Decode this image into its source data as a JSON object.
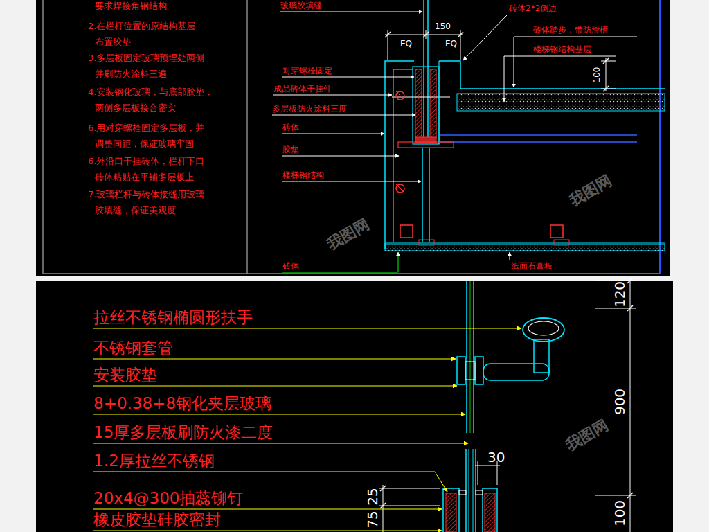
{
  "diagram": {
    "labels": [
      "要求焊接角钢结构",
      "2.在栏杆位置的原结构基层 布置胶垫",
      "3.多层板固定玻璃预埋处两侧 并刷防火涂料三遍",
      "4.安装钢化玻璃，与底部胶垫， 两侧多层板接合密实",
      "6.用对穿螺栓固定多层板，并 调整间距，保证玻璃牢固",
      "6.外沿口干挂砖体，栏杆下口 砖体粘贴在平铺多层板上",
      "7.玻璃栏杆与砖体接缝用玻璃 胶填缝，保证美观度",
      "玻璃胶填缝",
      "砖体2*2倒边",
      "150",
      "EQ",
      "EQ",
      "砖体踏步，带防滑槽",
      "楼梯钢结构基层",
      "100",
      "对穿螺栓固定",
      "成品砖体干挂件",
      "多层板防火涂料三度",
      "砖体",
      "胶垫",
      "楼梯钢结构",
      "砖体",
      "纸面石膏板",
      "拉丝不锈钢椭圆形扶手",
      "不锈钢套管",
      "安装胶垫",
      "8+0.38+8钢化夹层玻璃",
      "15厚多层板刷防火漆二度",
      "1.2厚拉丝不锈钢",
      "20x4@300抽蕊铆钉",
      "橡皮胶垫硅胶密封",
      "120",
      "900",
      "100",
      "30",
      "25",
      "75",
      "我图网",
      "我图网",
      "我图网"
    ]
  }
}
